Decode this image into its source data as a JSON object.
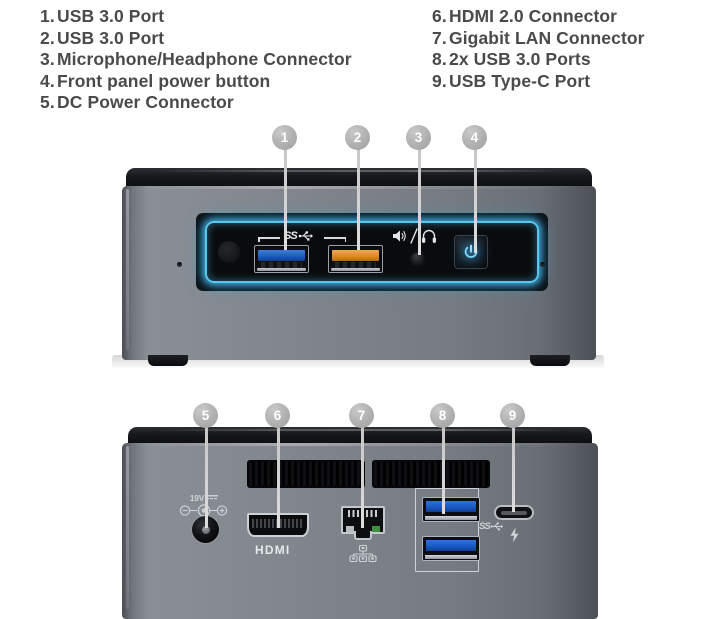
{
  "legend": {
    "left_column": [
      {
        "num": "1.",
        "label": "USB 3.0 Port"
      },
      {
        "num": "2.",
        "label": "USB 3.0 Port"
      },
      {
        "num": "3.",
        "label": "Microphone/Headphone Connector"
      },
      {
        "num": "4.",
        "label": "Front panel power button"
      },
      {
        "num": "5.",
        "label": "DC Power Connector"
      }
    ],
    "right_column": [
      {
        "num": "6.",
        "label": "HDMI 2.0 Connector"
      },
      {
        "num": "7.",
        "label": "Gigabit LAN Connector"
      },
      {
        "num": "8.",
        "label": "2x USB 3.0 Ports"
      },
      {
        "num": "9.",
        "label": "USB Type-C Port"
      }
    ]
  },
  "callouts": {
    "front": [
      {
        "id": "1",
        "target": "usb-3-port-blue"
      },
      {
        "id": "2",
        "target": "usb-3-port-orange"
      },
      {
        "id": "3",
        "target": "audio-jack"
      },
      {
        "id": "4",
        "target": "power-button"
      }
    ],
    "rear": [
      {
        "id": "5",
        "target": "dc-power-jack"
      },
      {
        "id": "6",
        "target": "hdmi-port"
      },
      {
        "id": "7",
        "target": "lan-port"
      },
      {
        "id": "8",
        "target": "usb-3-ports-pair"
      },
      {
        "id": "9",
        "target": "usb-type-c-port"
      }
    ]
  },
  "front_panel": {
    "usb_logo_text": "SS",
    "icons": {
      "superspeed": "usb-superspeed-icon",
      "speaker": "speaker-icon",
      "headphone": "headphone-icon",
      "power": "power-icon",
      "ir_window": "ir-receiver-icon",
      "mic": "microphone-hole-icon"
    }
  },
  "rear_panel": {
    "dc_voltage_label": "19V",
    "hdmi_label": "HDMI",
    "usb_logo_text": "SS",
    "icons": {
      "dc_polarity": "dc-polarity-icon",
      "lan": "network-icon",
      "thunderbolt": "thunderbolt-icon",
      "superspeed": "usb-superspeed-icon",
      "vent": "vent-grille-icon"
    }
  },
  "colors": {
    "legend_text": "#4a4a4a",
    "badge_fill": "#b4b4b4",
    "badge_text": "#ffffff",
    "glow_blue": "#59c6f0",
    "usb_blue": "#1b5fc2",
    "usb_orange": "#dd8b28",
    "power_glow": "#4fc3f7",
    "body_metal": "#7e838a",
    "lid_black": "#15171a",
    "background": "#ffffff"
  }
}
